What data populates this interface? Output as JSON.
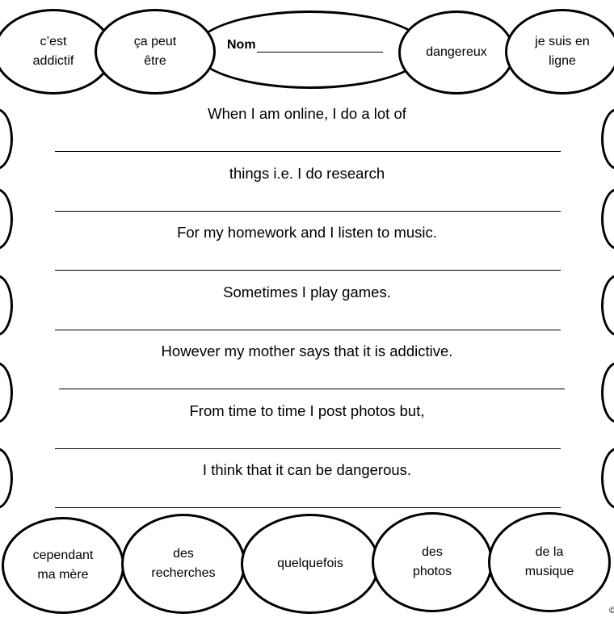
{
  "header": {
    "title_label": "Nom",
    "bubbles": [
      "c’est\naddictif",
      "ça peut\nêtre",
      "dangereux",
      "je suis en\nligne"
    ]
  },
  "sentences": [
    "When I am online, I do a lot of",
    "things i.e. I do research",
    "For my homework and I listen to music.",
    "Sometimes I play games.",
    "However my mother says that it is addictive.",
    "From time to time I post photos but,",
    "I think that it can be dangerous."
  ],
  "footer": {
    "bubbles": [
      "cependant\nma mère",
      "des\nrecherches",
      "quelquefois",
      "des\nphotos",
      "de la\nmusique"
    ]
  },
  "copyright": "©"
}
